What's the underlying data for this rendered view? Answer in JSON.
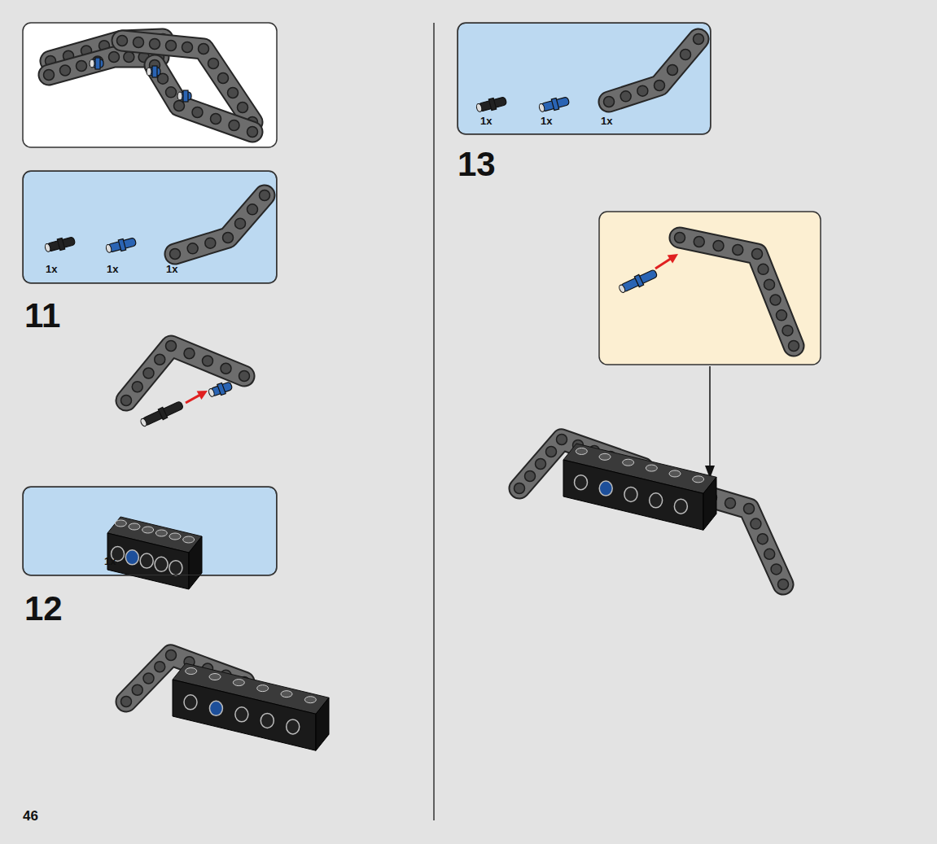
{
  "diagram": {
    "nodes": [
      {
        "text": [
          "1x",
          "1x",
          "1x"
        ]
      },
      {
        "text": [
          "1x"
        ]
      },
      {
        "text": [
          "1x",
          "1x",
          "1x"
        ]
      }
    ],
    "labels": [
      "11",
      "12",
      "13",
      "46"
    ]
  }
}
